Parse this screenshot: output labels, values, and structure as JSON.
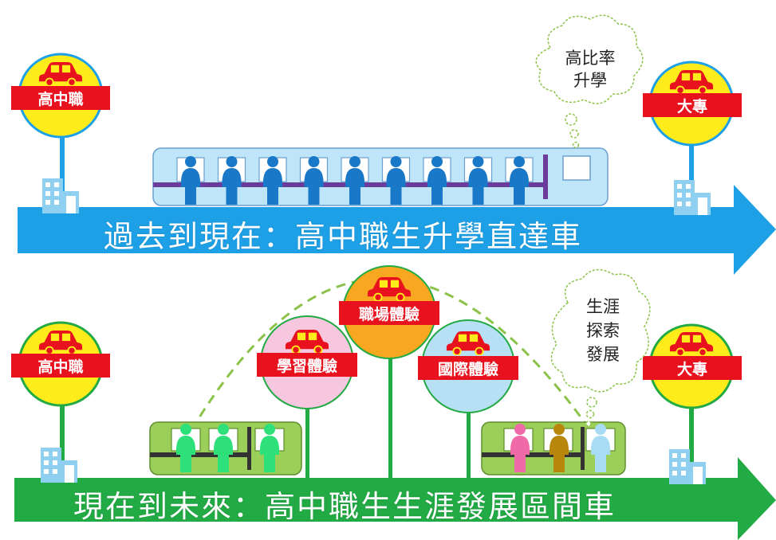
{
  "colors": {
    "blue_line": "#1ea0e6",
    "green_line": "#22aa44",
    "sign_yellow": "#ffec1a",
    "sign_red": "#e8121e",
    "train_blue": "#bfe6f8",
    "train_green": "#9ccf5a",
    "passenger_blue": "#1a78c8",
    "passenger_green": "#2ee07a",
    "bubble_pink": "#f7c6df",
    "bubble_orange": "#f7a820",
    "bubble_lightblue": "#b8e0f4",
    "arc_dash": "#8bc34a"
  },
  "top": {
    "banner": "過去到現在：高中職生升學直達車",
    "start_stop": "高中職",
    "end_stop": "大專",
    "thought_lines": [
      "高比率",
      "升學"
    ]
  },
  "bottom": {
    "banner": "現在到未來：高中職生生涯發展區間車",
    "start_stop": "高中職",
    "end_stop": "大專",
    "stations": [
      {
        "label": "學習體驗"
      },
      {
        "label": "職場體驗"
      },
      {
        "label": "國際體驗"
      }
    ],
    "thought_lines": [
      "生涯",
      "探索",
      "發展"
    ]
  },
  "icons": {
    "car": "car-icon",
    "building": "building-icon",
    "passenger": "person-icon",
    "thought": "thought-cloud-icon"
  }
}
